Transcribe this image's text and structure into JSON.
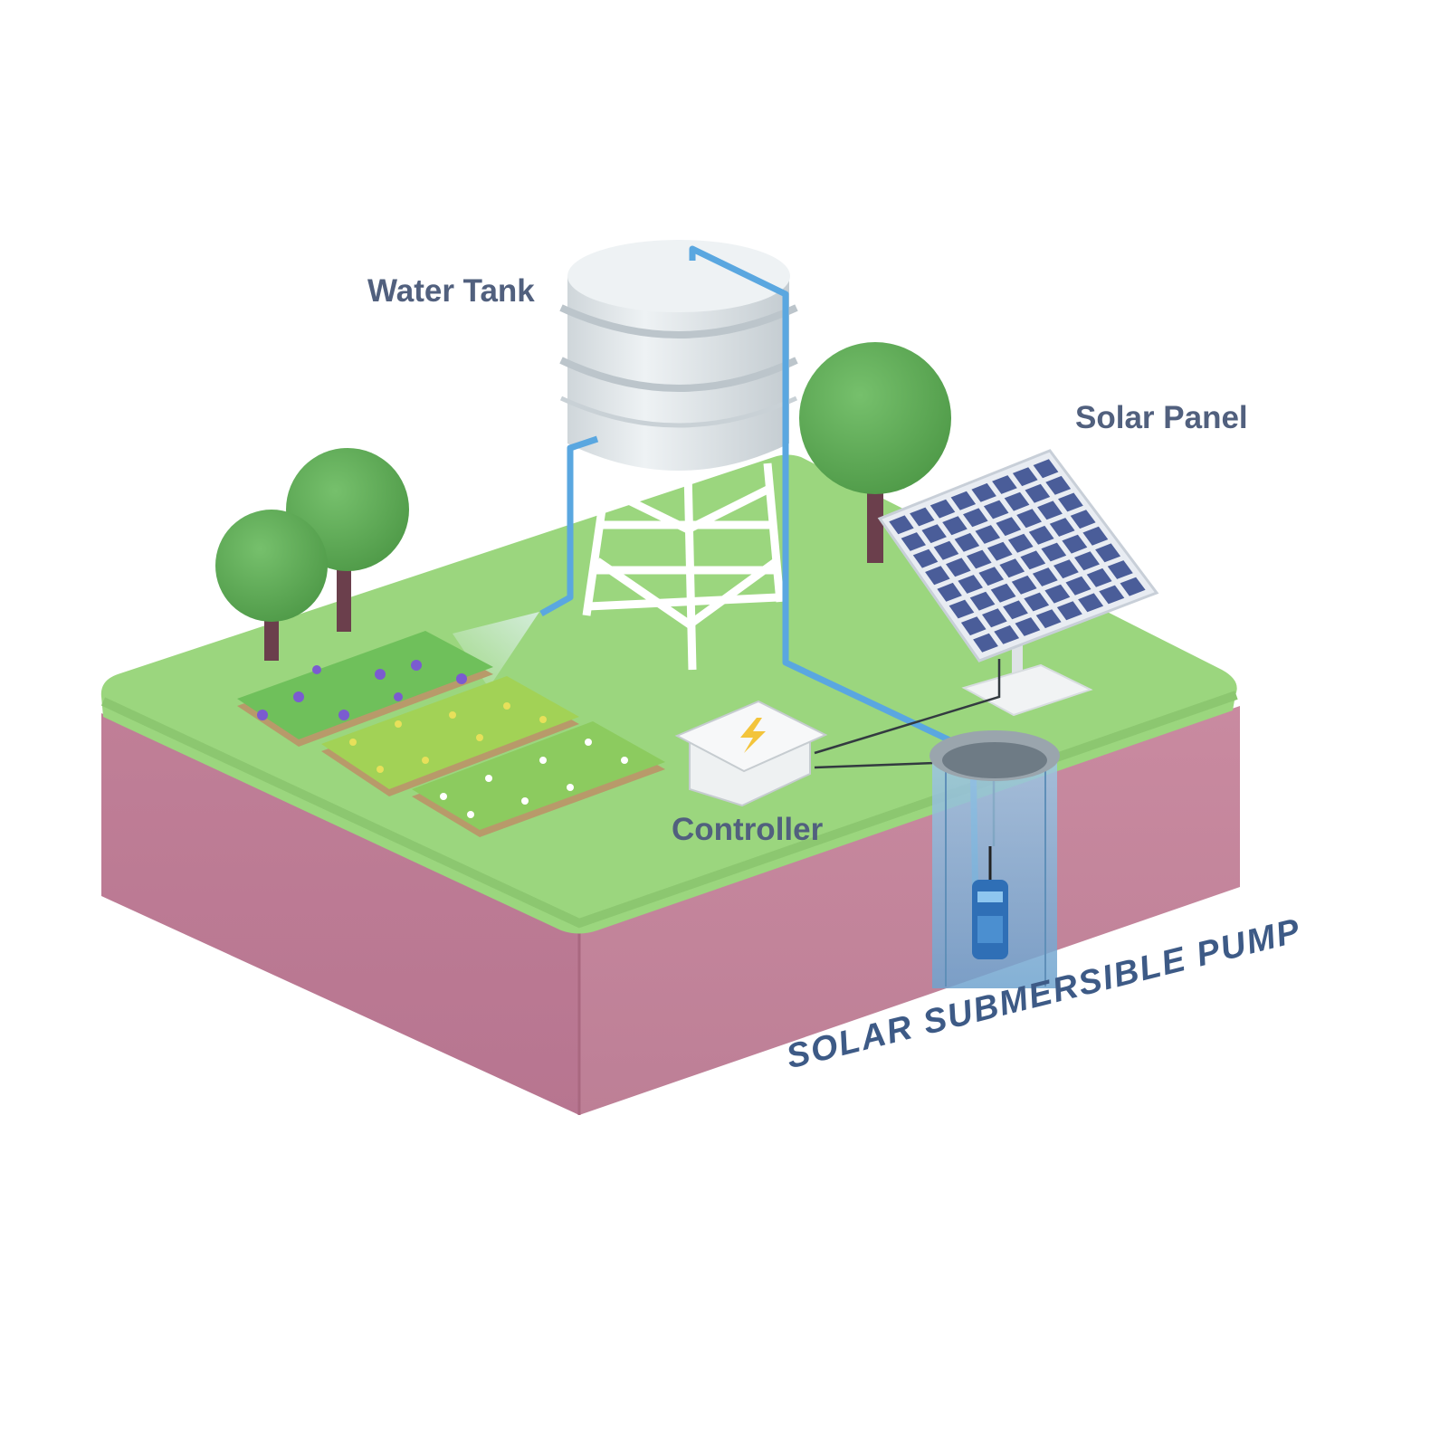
{
  "labels": {
    "water_tank": "Water Tank",
    "solar_panel": "Solar Panel",
    "controller": "Controller",
    "title": "SOLAR SUBMERSIBLE PUMP"
  },
  "colors": {
    "grass": "#9bd67e",
    "soil": "#c47d98",
    "label_text": "#51607e",
    "title_text": "#3d5a86",
    "water_pipe": "#5aa7e0",
    "panel_cell": "#4a5d99",
    "tree_foliage": "#5fad57",
    "tree_trunk": "#6b3f4c",
    "tank": "#e4e9ec",
    "controller_bolt": "#f3c43b",
    "well_water": "#7fb3d8"
  },
  "icons": [
    "tree-icon",
    "water-tank-icon",
    "solar-panel-icon",
    "controller-box-icon",
    "lightning-bolt-icon",
    "well-icon",
    "pump-icon",
    "sprinkler-icon",
    "crop-bed-icon"
  ]
}
